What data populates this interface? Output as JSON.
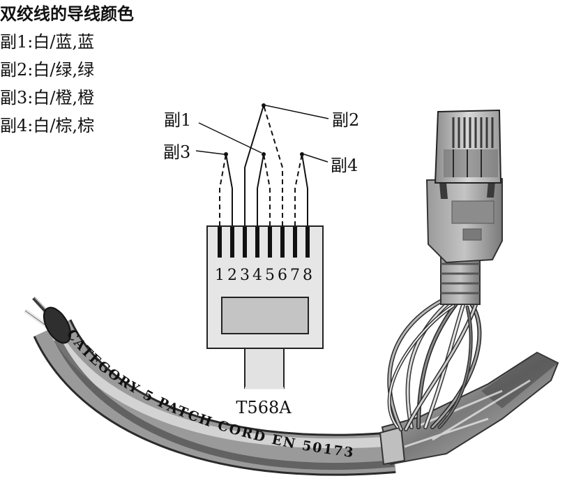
{
  "title": "双绞线的导线颜色",
  "pairs": [
    {
      "label": "副1",
      "colors": "白/蓝,蓝"
    },
    {
      "label": "副2",
      "colors": "白/绿,绿"
    },
    {
      "label": "副3",
      "colors": "白/橙,橙"
    },
    {
      "label": "副4",
      "colors": "白/棕,棕"
    }
  ],
  "diagram": {
    "standard": "T568A",
    "pins": [
      "1",
      "2",
      "3",
      "4",
      "5",
      "6",
      "7",
      "8"
    ],
    "pair_labels": [
      "副1",
      "副2",
      "副3",
      "副4"
    ]
  },
  "cable_print": "CATEGORY 5 PATCH CORD EN 50173"
}
